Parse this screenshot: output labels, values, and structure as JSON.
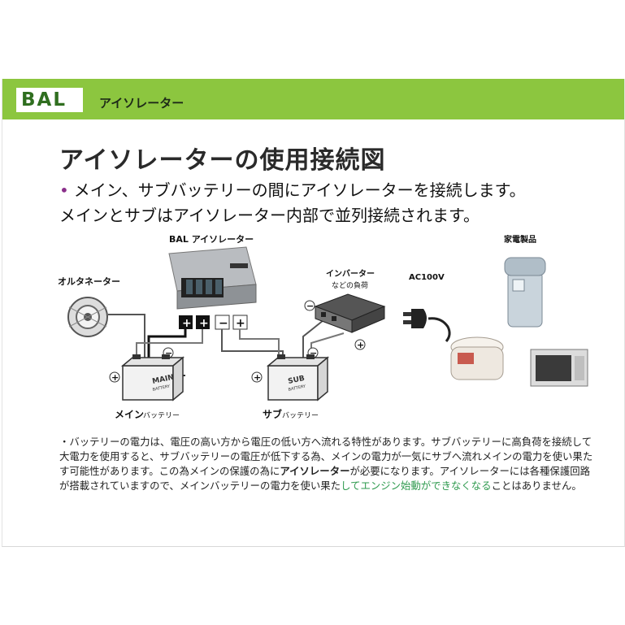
{
  "header": {
    "logo": "BAL",
    "title": "アイソレーター",
    "color": "#8cc63f"
  },
  "title": "アイソレーターの使用接続図",
  "bullet": {
    "line1": "メイン、サブバッテリーの間にアイソレーターを接続します。",
    "line2": "メインとサブはアイソレーター内部で並列接続されます。"
  },
  "diagram": {
    "isolator_label": "BAL  アイソレーター",
    "alternator_label": "オルタネーター",
    "inverter_label_line1": "インバーター",
    "inverter_label_line2": "などの負荷",
    "ac_label": "AC100V",
    "appliances_label": "家電製品",
    "main_battery_title": "メイン",
    "main_battery_suffix": "バッテリー",
    "sub_battery_title": "サブ",
    "sub_battery_suffix": "バッテリー",
    "main_battery_print_1": "MAIN",
    "main_battery_print_2": "BATTERY",
    "sub_battery_print_1": "SUB",
    "sub_battery_print_2": "BATTERY",
    "plus": "+",
    "minus": "−"
  },
  "paragraph": {
    "part1": "・バッテリーの電力は、電圧の高い方から電圧の低い方へ流れる特性があります。サブバッテリーに高負荷を接続して大電力を使用すると、サブバッテリーの電圧が低下する為、メインの電力が一気にサブへ流れメインの電力を使い果たす可能性があります。この為メインの保護の為に",
    "bold": "アイソレーター",
    "part2": "が必要になります。アイソレーターには各種保護回路が搭載されていますので、メインバッテリーの電力を使い果た",
    "green": "してエンジン始動ができなくなる",
    "part3": "ことはありません。"
  }
}
